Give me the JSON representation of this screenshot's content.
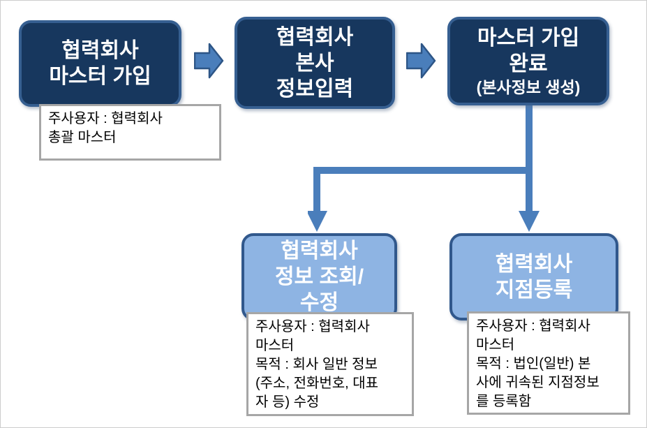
{
  "diagram": {
    "type": "flowchart",
    "language": "ko",
    "flow": {
      "step1": {
        "lines": [
          "협력회사",
          "마스터 가입"
        ]
      },
      "step2": {
        "lines": [
          "협력회사",
          "본사",
          "정보입력"
        ]
      },
      "step3": {
        "lines": [
          "마스터 가입",
          "완료"
        ],
        "subline": "(본사정보 생성)"
      },
      "branch_left": {
        "lines": [
          "협력회사",
          "정보 조회/",
          "수정"
        ]
      },
      "branch_right": {
        "lines": [
          "협력회사",
          "지점등록"
        ]
      }
    },
    "notes": {
      "step1_note": {
        "lines": [
          "주사용자 : 협력회사",
          "총괄 마스터"
        ]
      },
      "branch_left_note": {
        "lines": [
          "주사용자 : 협력회사",
          "마스터",
          "목적 : 회사 일반 정보",
          "(주소, 전화번호, 대표",
          "자 등) 수정"
        ]
      },
      "branch_right_note": {
        "lines": [
          "주사용자 : 협력회사",
          "마스터",
          "목적 : 법인(일반) 본",
          "사에 귀속된 지점정보",
          "를 등록함"
        ]
      }
    },
    "connections": [
      "step1 -> step2 (right block arrow)",
      "step2 -> step3 (right block arrow)",
      "step3 -> branch_left (elbow down arrow)",
      "step3 -> branch_right (straight down arrow)"
    ]
  },
  "colors": {
    "dark_box_fill": "#17375E",
    "dark_box_border": "#365F91",
    "light_box_fill": "#8EB4E3",
    "light_box_border": "#31588C",
    "arrow_fill": "#4A7EBB",
    "arrow_stroke": "#2D5586",
    "connector": "#4A7EBB",
    "note_border": "#A6A6A6",
    "note_background": "#FFFFFF",
    "box_text": "#FFFFFF",
    "note_text": "#000000"
  }
}
